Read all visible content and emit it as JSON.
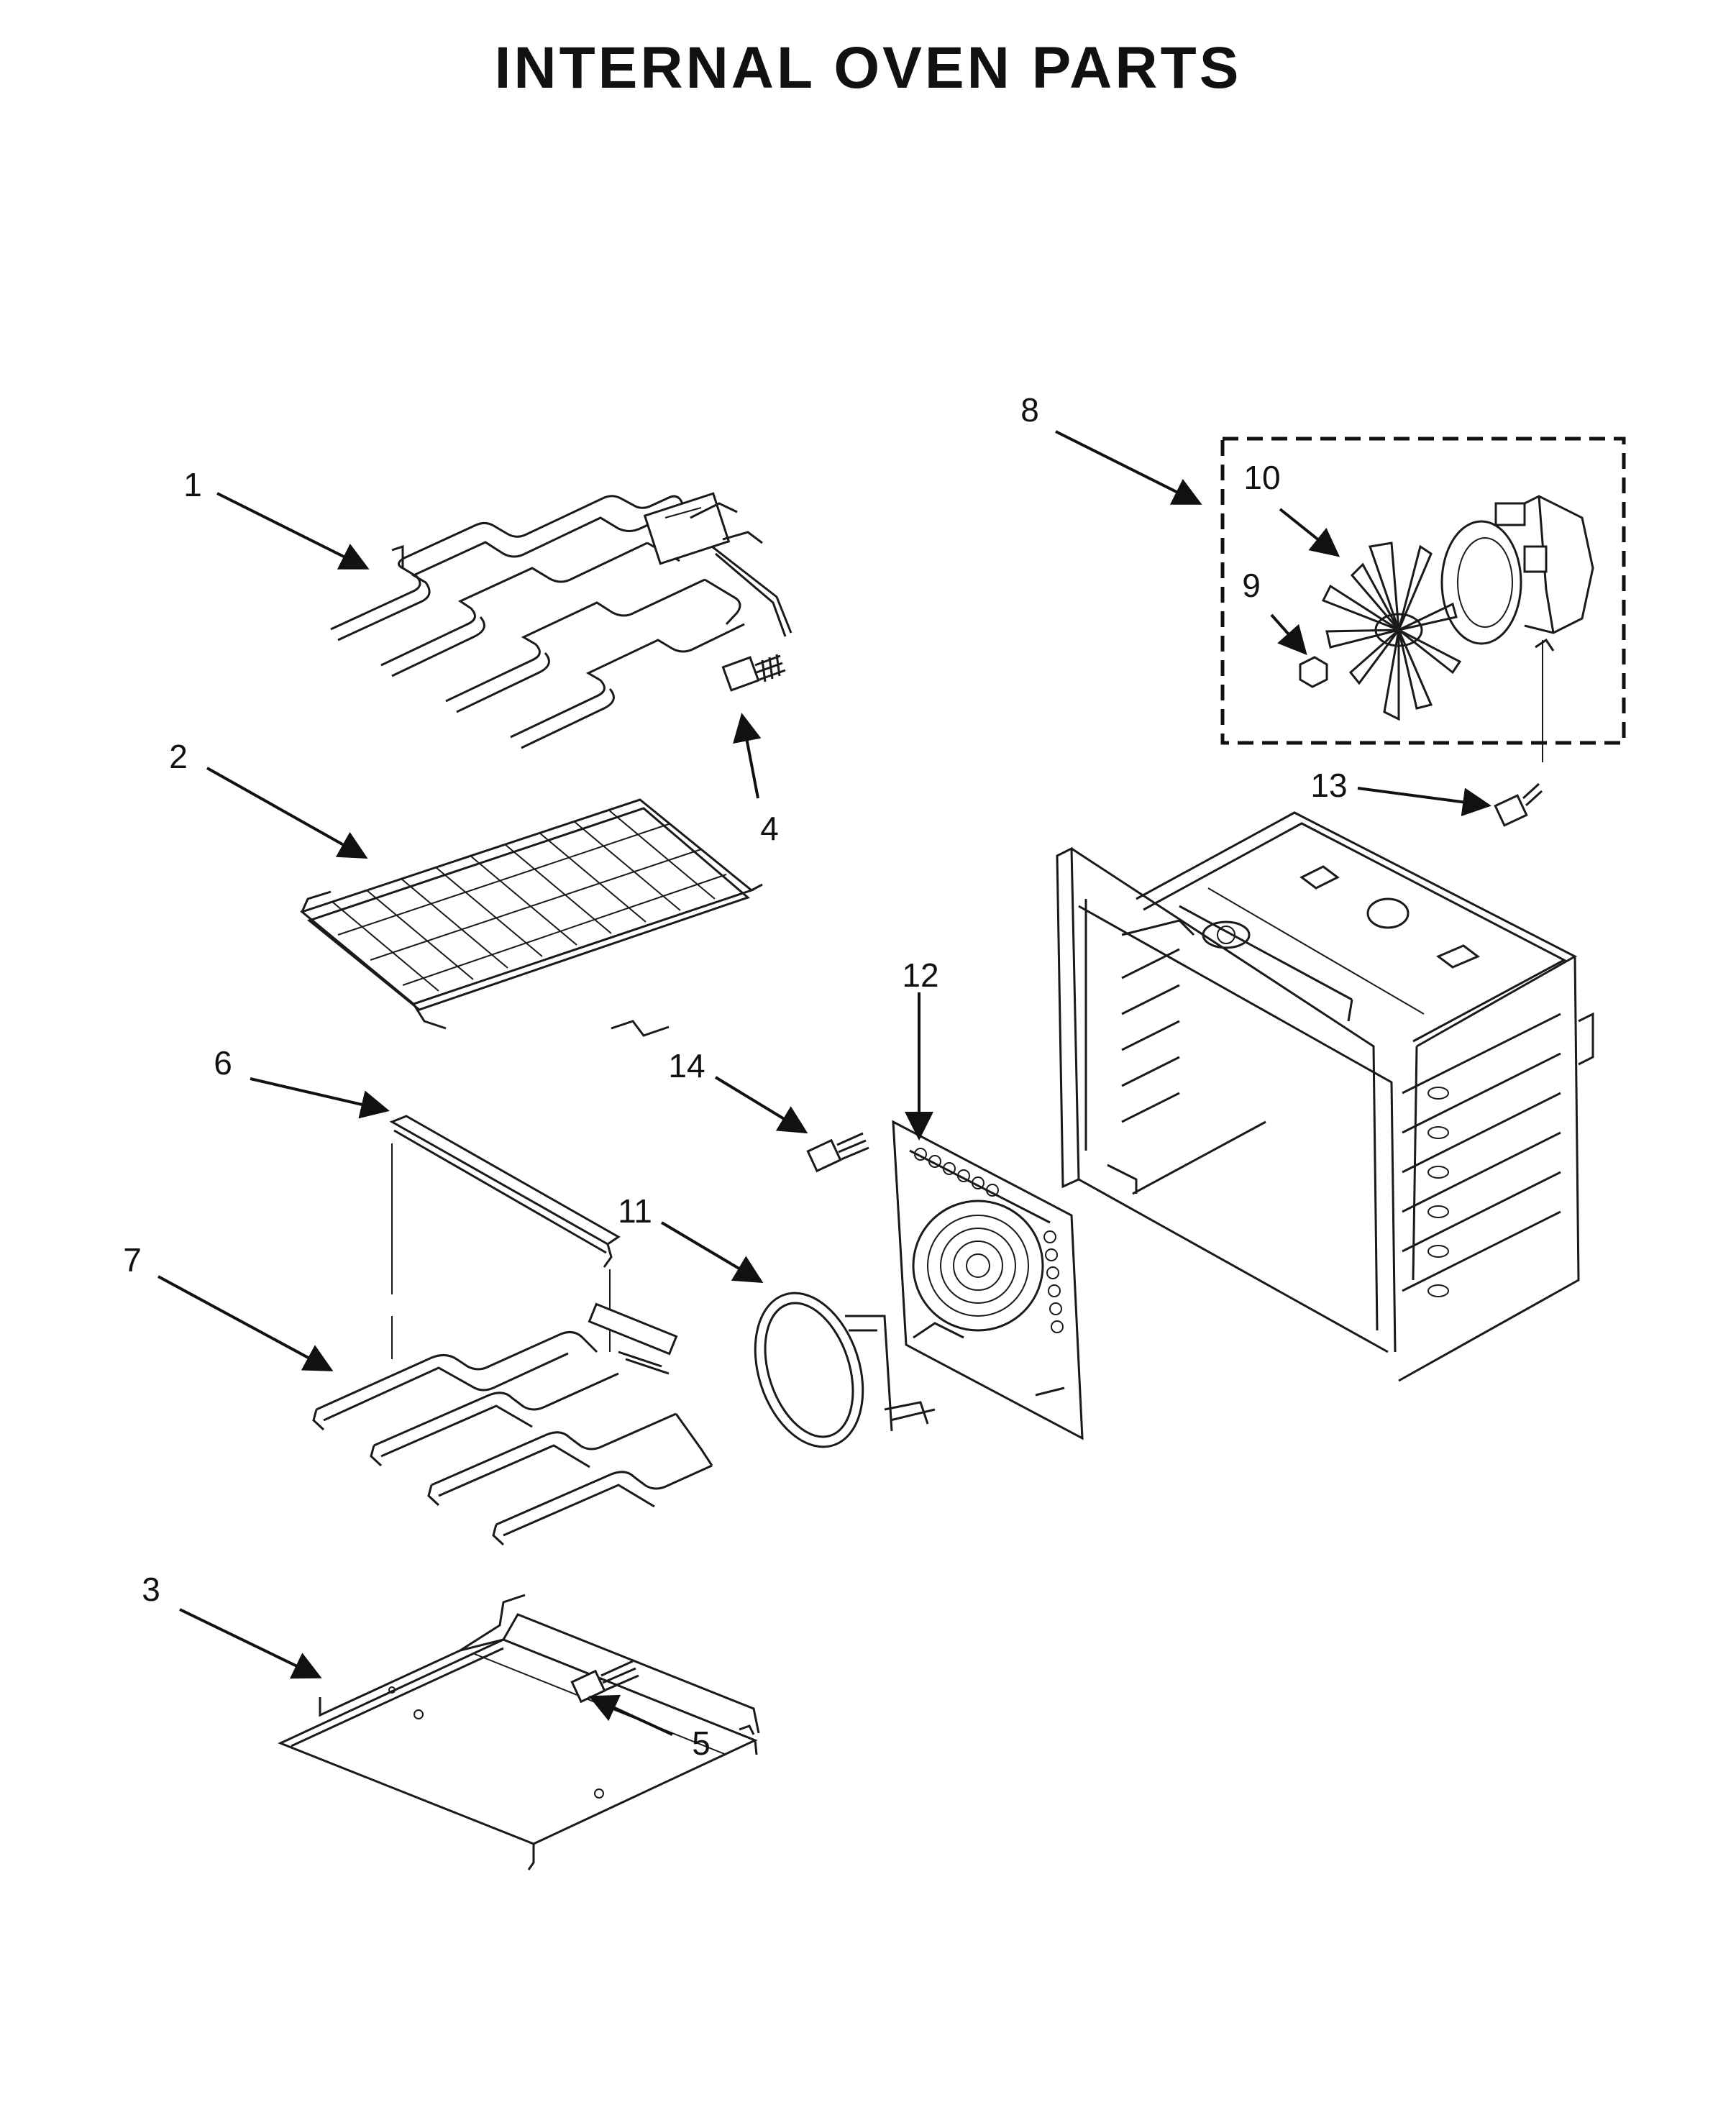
{
  "title": "INTERNAL OVEN PARTS",
  "callouts": [
    {
      "id": "c1",
      "label": "1"
    },
    {
      "id": "c2",
      "label": "2"
    },
    {
      "id": "c3",
      "label": "3"
    },
    {
      "id": "c4",
      "label": "4"
    },
    {
      "id": "c5",
      "label": "5"
    },
    {
      "id": "c6",
      "label": "6"
    },
    {
      "id": "c7",
      "label": "7"
    },
    {
      "id": "c8",
      "label": "8"
    },
    {
      "id": "c9",
      "label": "9"
    },
    {
      "id": "c10",
      "label": "10"
    },
    {
      "id": "c11",
      "label": "11"
    },
    {
      "id": "c12",
      "label": "12"
    },
    {
      "id": "c13",
      "label": "13"
    },
    {
      "id": "c14",
      "label": "14"
    }
  ]
}
